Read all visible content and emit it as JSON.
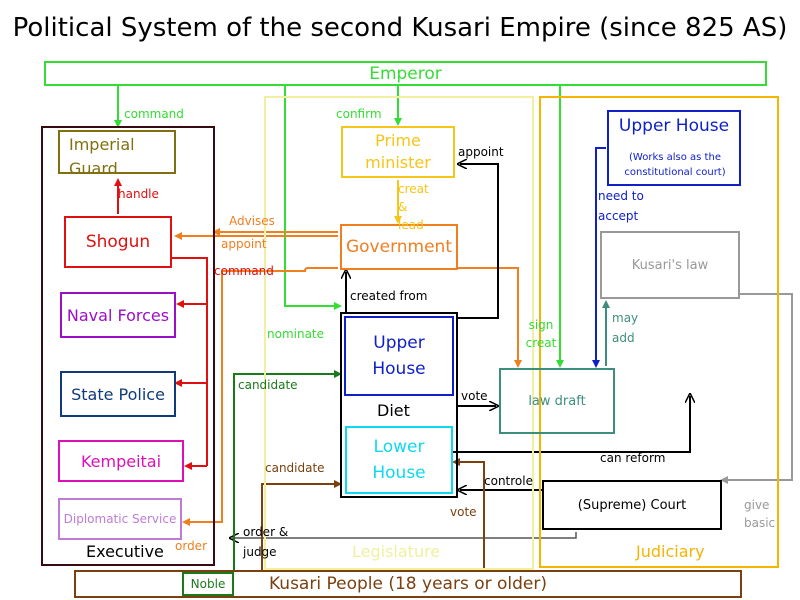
{
  "title": "Political System of the second Kusari Empire (since 825 AS)",
  "boxes": {
    "emperor": "Emperor",
    "imperial_guard": "Imperial Guard",
    "shogun": "Shogun",
    "naval_forces": "Naval Forces",
    "state_police": "State Police",
    "kempeitai": "Kempeitai",
    "diplomatic_service": "Diplomatic Service",
    "executive": "Executive",
    "prime_minister": "Prime minister",
    "government": "Government",
    "diet_upper_house": "Upper House",
    "diet": "Diet",
    "lower_house": "Lower House",
    "legislature": "Legislature",
    "upper_house": "Upper House",
    "upper_house_note": "(Works also as the constitutional court)",
    "kusaris_law": "Kusari's law",
    "law_draft": "law draft",
    "supreme_court": "(Supreme) Court",
    "judiciary": "Judiciary",
    "people": "Kusari People (18 years or older)",
    "noble": "Noble"
  },
  "arrow_labels": {
    "command_guard": "command",
    "confirm": "confirm",
    "appoint_pm": "appoint",
    "creat_lead": "creat & lead",
    "handle": "handle",
    "advises": "Advises",
    "appoint_shogun": "appoint",
    "command": "command",
    "created_from": "created from",
    "nominate": "nominate",
    "sign_creat": "sign creat",
    "need_to_accept": "need to accept",
    "may_add": "may add",
    "candidate_upper": "candidate",
    "vote_draft": "vote",
    "can_reform": "can reform",
    "candidate_lower": "candidate",
    "controle": "controle",
    "vote_people": "vote",
    "order_judge": "order & judge",
    "order": "order",
    "give_basic": "give basic"
  },
  "colors": {
    "emperor": "#33dd33",
    "prime_minister": "#f5c518",
    "government": "#f07f20",
    "shogun": "#e01010",
    "guard": "#807010",
    "naval": "#9a10c8",
    "police": "#103a7a",
    "kempeitai": "#dd10b8",
    "diplomatic": "#c07ad8",
    "executive": "#3a0a12",
    "diet": "#000000",
    "upper_house": "#1020c8",
    "lower_house": "#10d8f0",
    "legislature": "#f0f0a0",
    "judiciary": "#f4b400",
    "law": "#999999",
    "law_draft": "#3e8e7e",
    "people": "#7a4010",
    "noble": "#1a7a1a",
    "court": "#000000"
  }
}
